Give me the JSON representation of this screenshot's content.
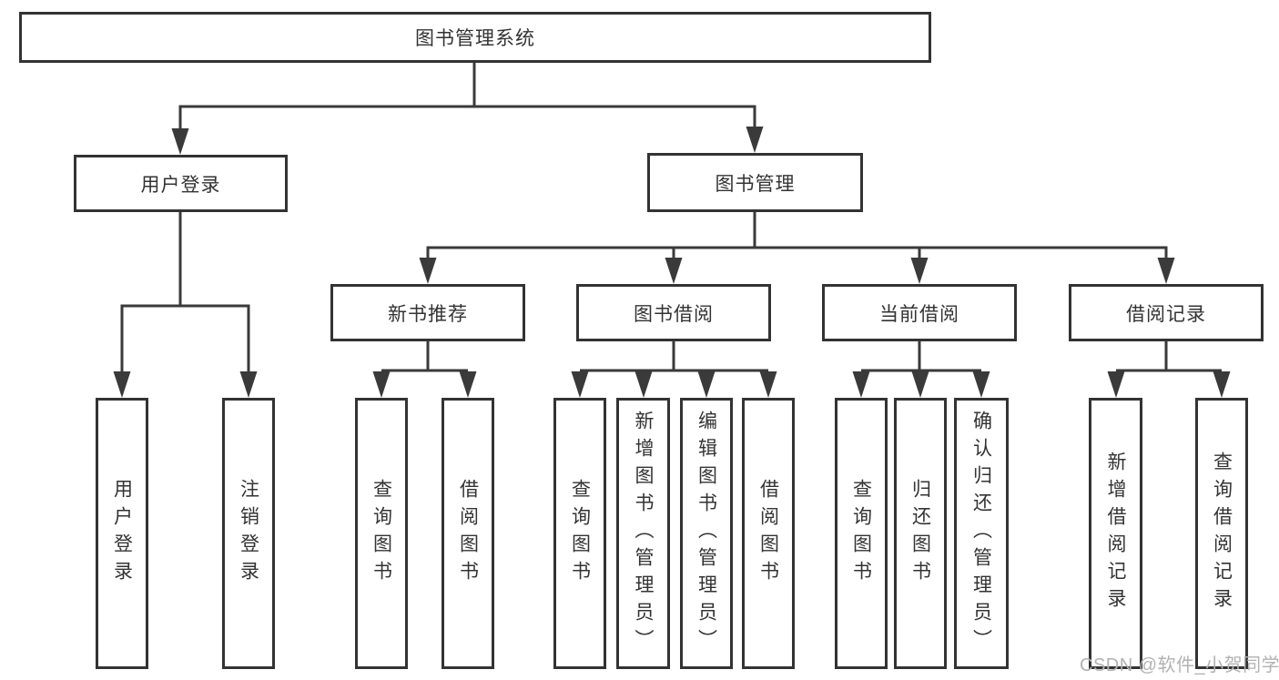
{
  "diagram": {
    "root": "图书管理系统",
    "branches": [
      {
        "label": "用户登录",
        "children": [
          "用户登录",
          "注销登录"
        ]
      },
      {
        "label": "图书管理",
        "children": [
          {
            "label": "新书推荐",
            "children": [
              "查询图书",
              "借阅图书"
            ]
          },
          {
            "label": "图书借阅",
            "children": [
              "查询图书",
              "新增图书（管理员）",
              "编辑图书（管理员）",
              "借阅图书"
            ]
          },
          {
            "label": "当前借阅",
            "children": [
              "查询图书",
              "归还图书",
              "确认归还（管理员）"
            ]
          },
          {
            "label": "借阅记录",
            "children": [
              "新增借阅记录",
              "查询借阅记录"
            ]
          }
        ]
      }
    ]
  },
  "watermark": "CSDN @软件_小贺同学",
  "colors": {
    "line": "#3a3a3a",
    "border": "#333333",
    "text": "#333333",
    "background": "#ffffff",
    "watermark": "#b2b2b2"
  }
}
